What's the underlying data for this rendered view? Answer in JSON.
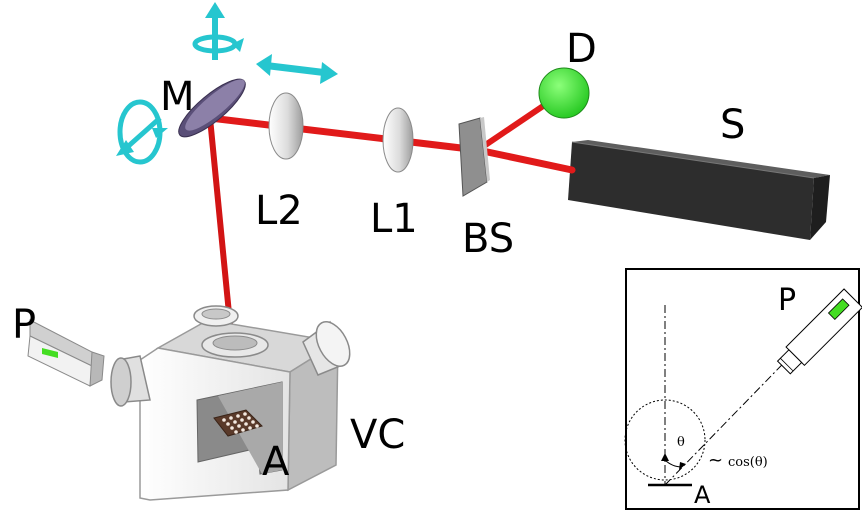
{
  "labels": {
    "mirror": "M",
    "lens2": "L2",
    "lens1": "L1",
    "beam_splitter": "BS",
    "detector": "D",
    "source": "S",
    "camera": "P",
    "sample": "A",
    "vacuum_chamber": "VC"
  },
  "inset": {
    "camera": "P",
    "sample": "A",
    "angle": "θ",
    "cosine": "cos(θ)",
    "tilde": "~"
  },
  "colors": {
    "laser": "#e11a1a",
    "detector": "#33e633",
    "rotation_arrows": "#26c6cf",
    "camera_window": "#44dd22"
  }
}
